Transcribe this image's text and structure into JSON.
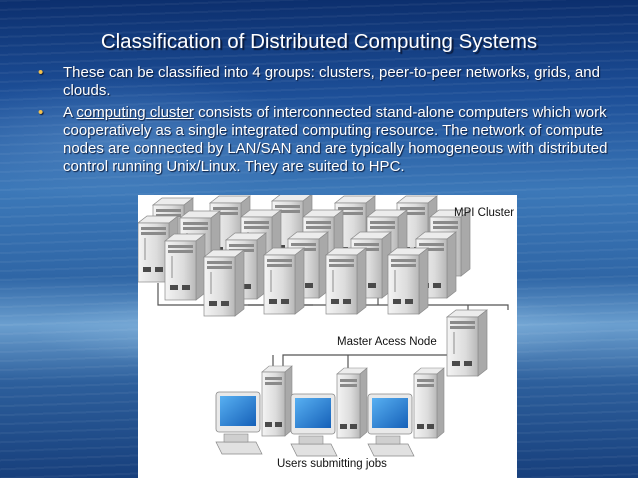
{
  "slide": {
    "title": "Classification of Distributed Computing Systems",
    "bullets": [
      {
        "text": "These can be classified into 4 groups: clusters, peer-to-peer networks, grids, and clouds."
      },
      {
        "prefix": "A ",
        "link_text": "computing cluster",
        "text": " consists of interconnected stand-alone computers which work cooperatively as a single integrated computing resource. The network of compute nodes are connected by LAN/SAN and are typically homogeneous with distributed control running Unix/Linux. They are suited to HPC."
      }
    ]
  },
  "diagram": {
    "cluster_label": "MPI Cluster",
    "master_label": "Master Acess Node",
    "users_label": "Users submitting jobs"
  },
  "colors": {
    "bullet": "#f2c14e",
    "screen_blue": "#1f7fd6"
  }
}
